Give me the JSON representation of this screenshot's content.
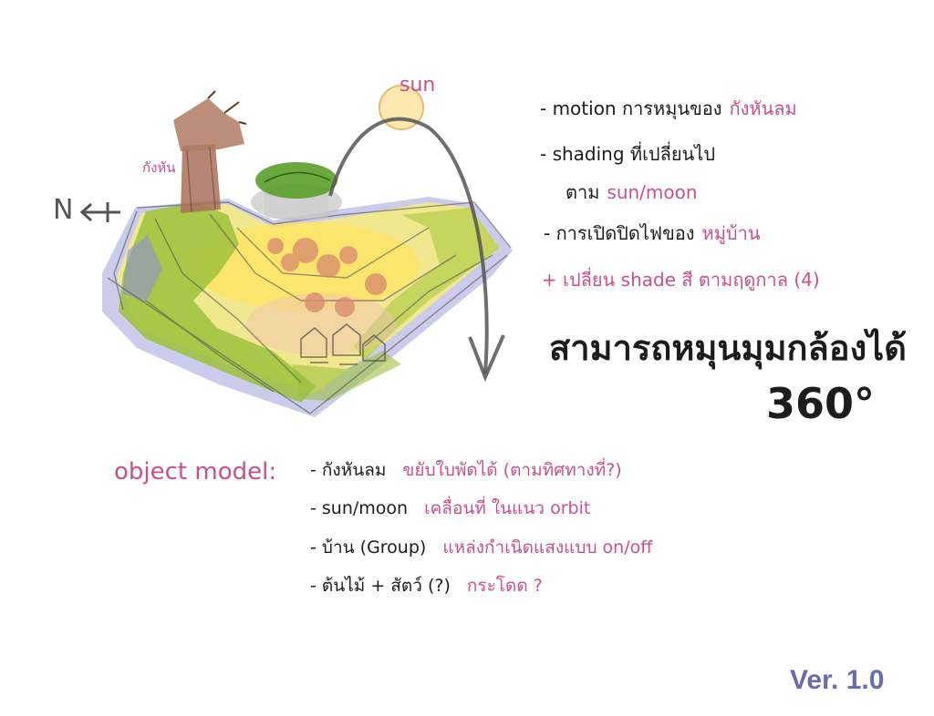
{
  "sketch": {
    "sun_label": "sun",
    "windmill_label": "กังหัน",
    "compass_label": "N"
  },
  "notes": {
    "motion": {
      "text": "- motion การหมุนของ",
      "highlight": "กังหันลม"
    },
    "shading": {
      "text": "- shading ที่เปลี่ยนไป",
      "follow": "ตาม",
      "highlight": "sun/moon"
    },
    "lights": {
      "text": "- การเปิดปิดไฟของ",
      "highlight": "หมู่บ้าน"
    },
    "season": "+ เปลี่ยน shade สี ตามฤดูกาล (4)"
  },
  "headline": {
    "text": "สามารถหมุนมุมกล้องได้",
    "degrees": "360°"
  },
  "object_model": {
    "title": "object model:",
    "items": [
      {
        "name": "- กังหันลม",
        "desc": "ขยับใบพัดได้ (ตามทิศทางที่?)"
      },
      {
        "name": "- sun/moon",
        "desc": "เคลื่อนที่ ในแนว orbit"
      },
      {
        "name": "- บ้าน (Group)",
        "desc": "แหล่งกำเนิดแสงแบบ on/off"
      },
      {
        "name": "- ต้นไม้ + สัตว์ (?)",
        "desc": "กระโดด ?"
      }
    ]
  },
  "version": "Ver. 1.0",
  "colors": {
    "ink": "#1c1c1c",
    "accent_pink": "#c8508f",
    "version": "#6a6cb0",
    "terrain_yellow": "#f2e88a",
    "terrain_green": "#9cc23c",
    "shadow_lavender": "#b9b9e6",
    "windmill_brown": "#a9705a",
    "sun": "#fde9b0"
  }
}
